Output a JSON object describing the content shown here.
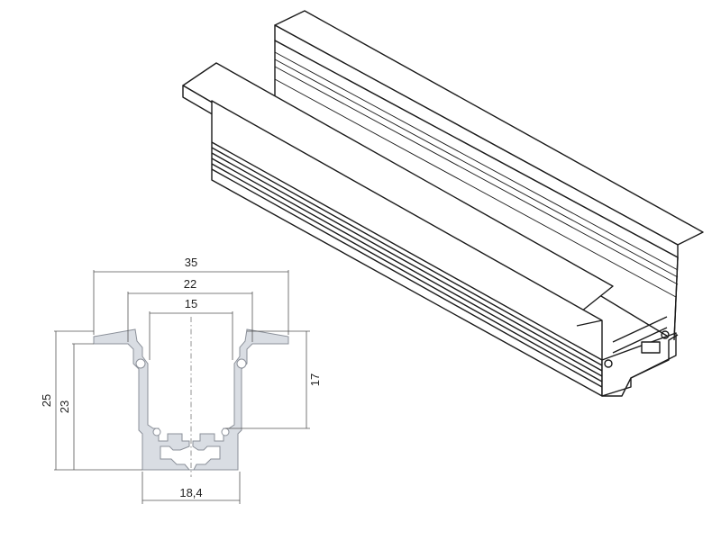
{
  "drawing": {
    "dimensions": {
      "width_outer": "35",
      "width_flange_inner": "22",
      "width_channel": "15",
      "width_bottom": "18,4",
      "height_total": "25",
      "height_body": "23",
      "height_channel": "17"
    },
    "colors": {
      "line": "#1a1a1a",
      "profile_fill": "#d9dde3",
      "dimension": "#555555"
    }
  }
}
